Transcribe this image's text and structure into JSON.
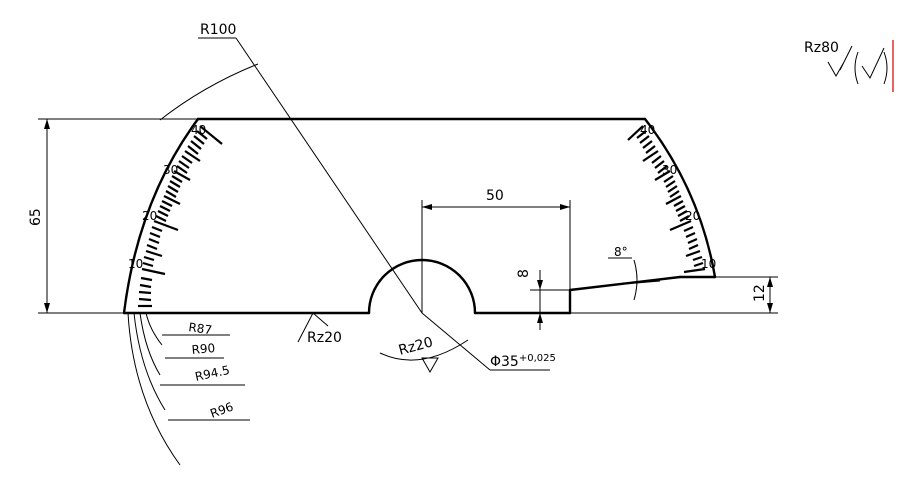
{
  "dimensions": {
    "r100": "R100",
    "height_65": "65",
    "width_50": "50",
    "depth_8": "8",
    "height_12": "12",
    "angle_8": "8°",
    "bore_prefix": "Φ35",
    "bore_tolerance": "+0,025",
    "r87": "R87",
    "r90": "R90",
    "r94_5": "R94.5",
    "r96": "R96"
  },
  "roughness": {
    "rz20_base": "Rz20",
    "rz20_bore": "Rz20",
    "rz80_general": "Rz80"
  },
  "scale_left": [
    "10",
    "20",
    "30",
    "40"
  ],
  "scale_right": [
    "10",
    "20",
    "30",
    "40"
  ],
  "accent_color": "#e03030"
}
